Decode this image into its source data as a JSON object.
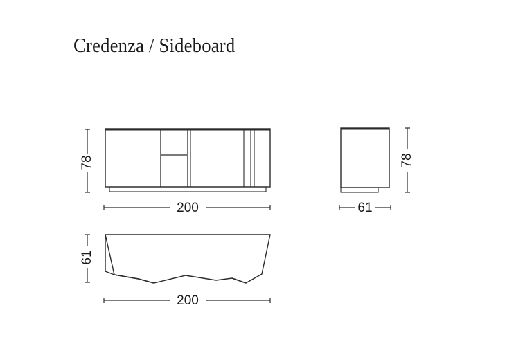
{
  "title": "Credenza / Sideboard",
  "dimensions": {
    "front_width": "200",
    "front_height": "78",
    "side_depth": "61",
    "side_height": "78",
    "top_depth": "61",
    "top_width": "200"
  },
  "colors": {
    "line": "#2a2a2a",
    "text": "#1a1a1a",
    "background": "#ffffff"
  }
}
